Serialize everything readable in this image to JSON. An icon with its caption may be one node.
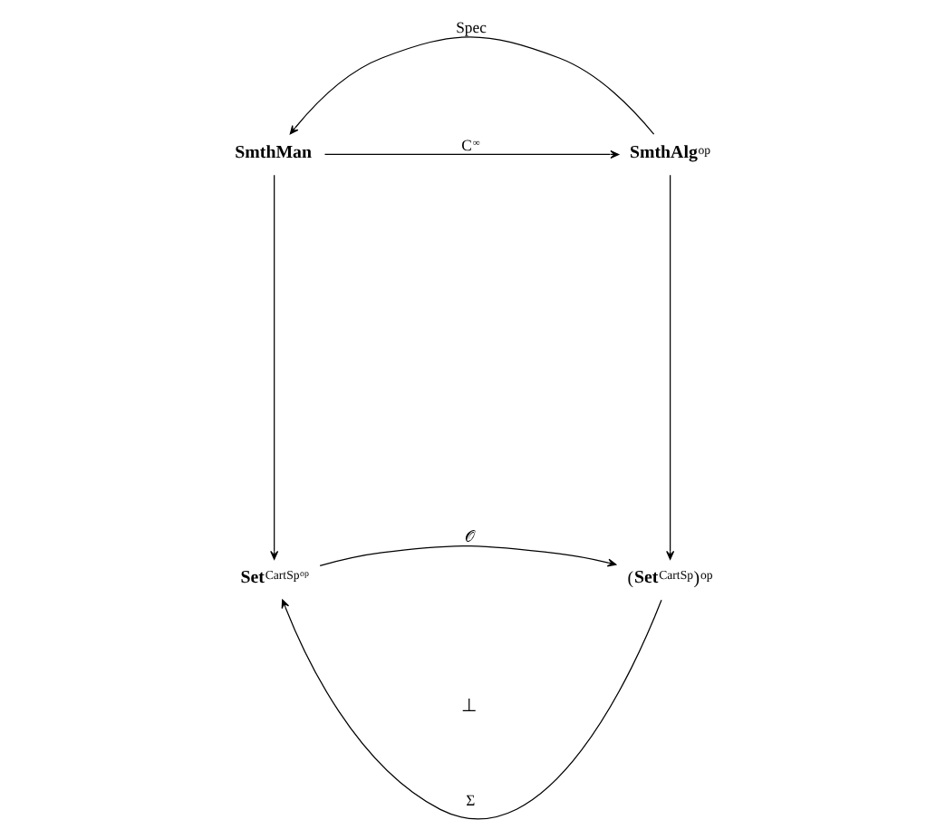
{
  "diagram": {
    "nodes": [
      {
        "text": [
          "**Set**$^{CartSp}$$^{op}$"
        ]
      },
      {
        "text": [
          "(**Set**$^{CartSp}$)$^{op}$"
        ]
      },
      {
        "text": [
          "**SmthMan**"
        ]
      },
      {
        "text": [
          "**SmthAlg**$^{op}$"
        ]
      }
    ],
    "edges": [
      {
        "from": 0,
        "to": 1,
        "arrow": "to",
        "label": "𝒪"
      },
      {
        "from": 1,
        "to": 0,
        "arrow": "to",
        "label": "Σ"
      },
      {
        "from": 2,
        "to": 0,
        "arrow": "to"
      },
      {
        "from": 3,
        "to": 1,
        "arrow": "to"
      },
      {
        "from": 2,
        "to": 3,
        "arrow": "to",
        "label": "C$^{∞}$"
      },
      {
        "from": 3,
        "to": 2,
        "arrow": "to",
        "label": "Spec"
      }
    ],
    "labels": [
      "⊥"
    ]
  }
}
